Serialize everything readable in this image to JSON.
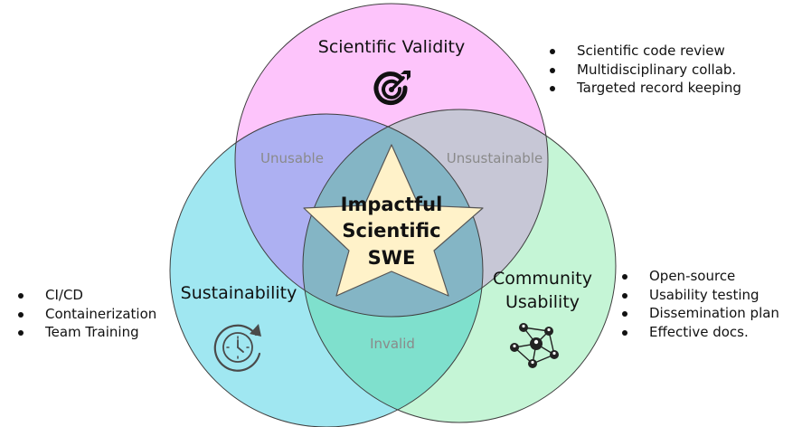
{
  "circles": {
    "validity": {
      "title": "Scientific Validity",
      "color": "#fdc4fb"
    },
    "sustainability": {
      "title": "Sustainability",
      "color": "#a0e7f1"
    },
    "usability": {
      "title_line1": "Community",
      "title_line2": "Usability",
      "color": "#c5f5d6"
    }
  },
  "overlaps": {
    "validity_sustainability": "Unusable",
    "validity_usability": "Unsustainable",
    "sustainability_usability": "Invalid"
  },
  "center": {
    "line1": "Impactful",
    "line2": "Scientific",
    "line3": "SWE",
    "star_color": "#fff2c9"
  },
  "lists": {
    "validity": [
      "Scientific code review",
      "Multidisciplinary collab.",
      "Targeted record keeping"
    ],
    "sustainability": [
      "CI/CD",
      "Containerization",
      "Team Training"
    ],
    "usability": [
      "Open-source",
      "Usability testing",
      "Dissemination plan",
      "Effective docs."
    ]
  },
  "icons": {
    "validity": "target-arrow-icon",
    "sustainability": "clock-refresh-icon",
    "usability": "people-network-icon"
  }
}
